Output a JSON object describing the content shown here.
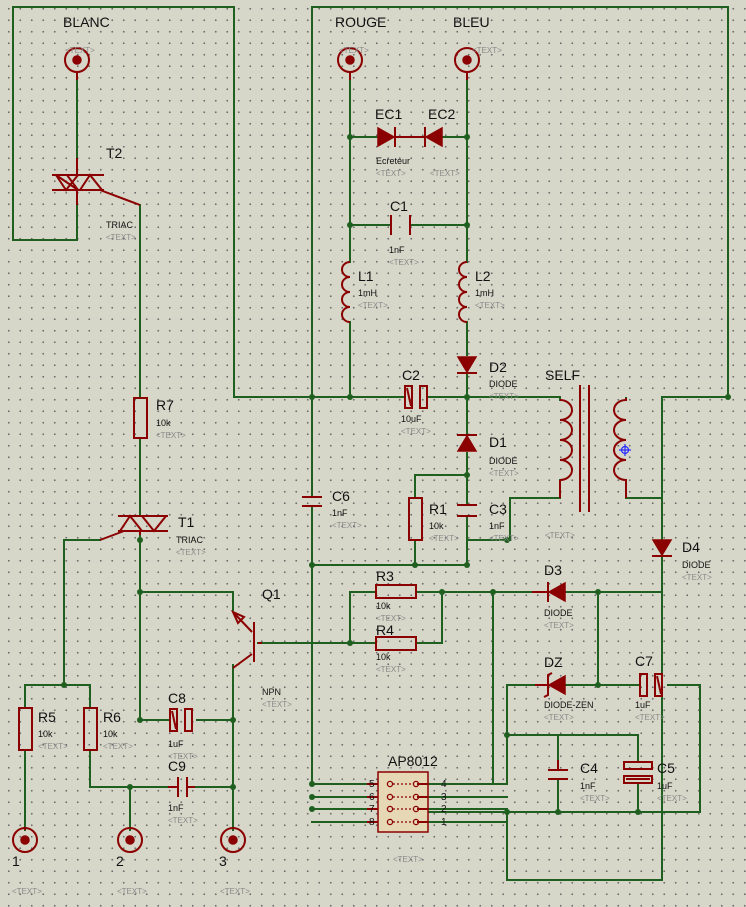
{
  "placeholder": "<TEXT>",
  "terminals": {
    "blanc": {
      "name": "BLANC"
    },
    "rouge": {
      "name": "ROUGE"
    },
    "bleu": {
      "name": "BLEU"
    },
    "t1": {
      "name": "1"
    },
    "t2": {
      "name": "2"
    },
    "t3": {
      "name": "3"
    }
  },
  "components": {
    "t2": {
      "ref": "T2",
      "value": "TRIAC"
    },
    "t1": {
      "ref": "T1",
      "value": "TRIAC"
    },
    "r7": {
      "ref": "R7",
      "value": "10k"
    },
    "r5": {
      "ref": "R5",
      "value": "10k"
    },
    "r6": {
      "ref": "R6",
      "value": "10k"
    },
    "r3": {
      "ref": "R3",
      "value": "10k"
    },
    "r4": {
      "ref": "R4",
      "value": "10k"
    },
    "r1": {
      "ref": "R1",
      "value": "10k"
    },
    "c1": {
      "ref": "C1",
      "value": "1nF"
    },
    "c2": {
      "ref": "C2",
      "value": "10uF"
    },
    "c3": {
      "ref": "C3",
      "value": "1nF"
    },
    "c4": {
      "ref": "C4",
      "value": "1nF"
    },
    "c5": {
      "ref": "C5",
      "value": "1uF"
    },
    "c6": {
      "ref": "C6",
      "value": "1nF"
    },
    "c7": {
      "ref": "C7",
      "value": "1uF"
    },
    "c8": {
      "ref": "C8",
      "value": "1uF"
    },
    "c9": {
      "ref": "C9",
      "value": "1nF"
    },
    "l1": {
      "ref": "L1",
      "value": "1mH"
    },
    "l2": {
      "ref": "L2",
      "value": "1mH"
    },
    "ec1": {
      "ref": "EC1",
      "value": "Ecreteur"
    },
    "ec2": {
      "ref": "EC2"
    },
    "d1": {
      "ref": "D1",
      "value": "DIODE"
    },
    "d2": {
      "ref": "D2",
      "value": "DIODE"
    },
    "d3": {
      "ref": "D3",
      "value": "DIODE"
    },
    "d4": {
      "ref": "D4",
      "value": "DIODE"
    },
    "dz": {
      "ref": "DZ",
      "value": "DIODE-ZEN"
    },
    "self": {
      "ref": "SELF"
    },
    "q1": {
      "ref": "Q1",
      "value": "NPN"
    },
    "ic": {
      "ref": "AP8012",
      "pins": [
        "5",
        "6",
        "7",
        "8",
        "4",
        "3",
        "2",
        "1"
      ]
    }
  },
  "colors": {
    "background": "#d6d6c9",
    "wire": "#1f5f1f",
    "component": "#8b0000",
    "placeholder_text": "#8a8a8a"
  }
}
